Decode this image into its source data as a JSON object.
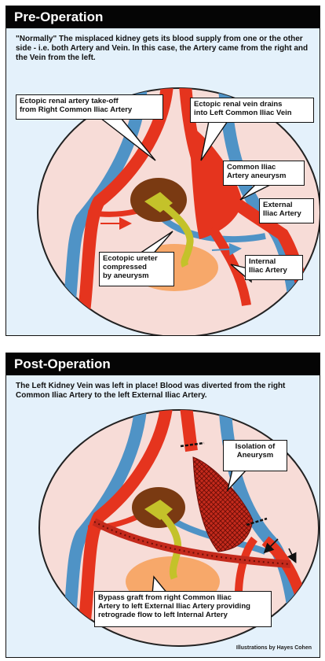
{
  "pre": {
    "title": "Pre-Operation",
    "description": "\"Normally\" The misplaced kidney gets its blood supply from one or the other side - i.e. both Artery and Vein. In this case, the Artery came from the right and the Vein from the left.",
    "labels": {
      "artery_takeoff": "Ectopic renal artery take-off\nfrom Right Common Iliac Artery",
      "vein_drains": "Ectopic renal vein drains\ninto Left Common Iliac Vein",
      "aneurysm": "Common Iliac\nArtery aneurysm",
      "external": "External\nIliac Artery",
      "ureter": "Ecotopic ureter\ncompressed\nby aneurysm",
      "internal": "Internal\nIliac Artery"
    }
  },
  "post": {
    "title": "Post-Operation",
    "description": "The Left Kidney Vein was left in place! Blood was diverted from the right Common Iliac Artery to the left External Iliac Artery.",
    "labels": {
      "isolation": "Isolation of\nAneurysm",
      "bypass": "Bypass graft from right Common Iliac\nArtery to left External Iliac Artery providing\nretrograde flow to left Internal Artery"
    }
  },
  "credit": "Illustrations by Hayes Cohen",
  "colors": {
    "artery": "#e5341e",
    "vein": "#4f93c6",
    "kidney": "#7a3a12",
    "ureter": "#c4c22a",
    "bladder": "#f7a86a",
    "body": "#f7dcd7",
    "background": "#e4f1fb"
  }
}
